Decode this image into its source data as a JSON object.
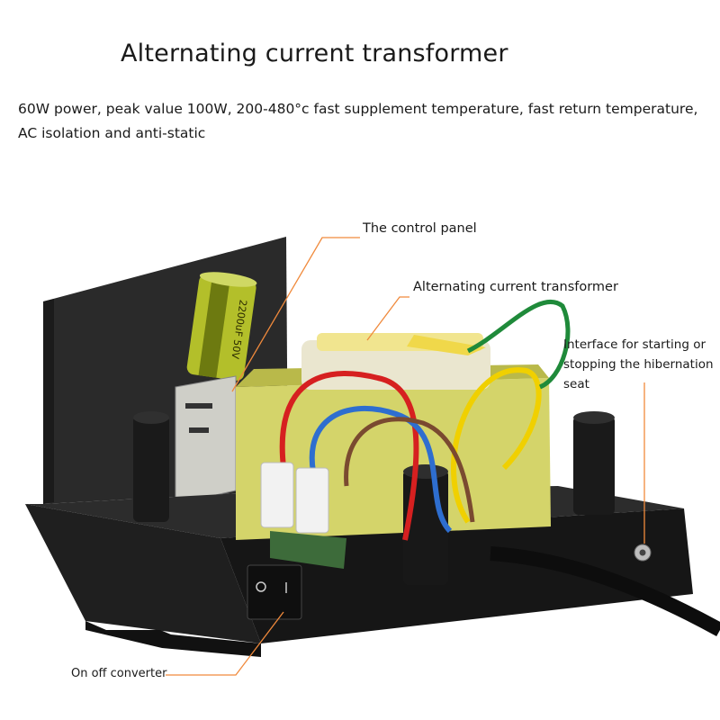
{
  "header": {
    "title": "Alternating current transformer",
    "subtitle": "60W power, peak value 100W, 200-480°c fast supplement temperature, fast return temperature, AC isolation and anti-static"
  },
  "callouts": {
    "control_panel": "The control panel",
    "transformer": "Alternating current transformer",
    "interface": "Interface for starting or stopping the hibernation seat",
    "switch": "On off converter"
  },
  "capacitor_text": "2200uF 50V",
  "colors": {
    "leader_line": "#f08a3c",
    "housing": "#232323",
    "transformer_tape": "#d8d56a"
  }
}
